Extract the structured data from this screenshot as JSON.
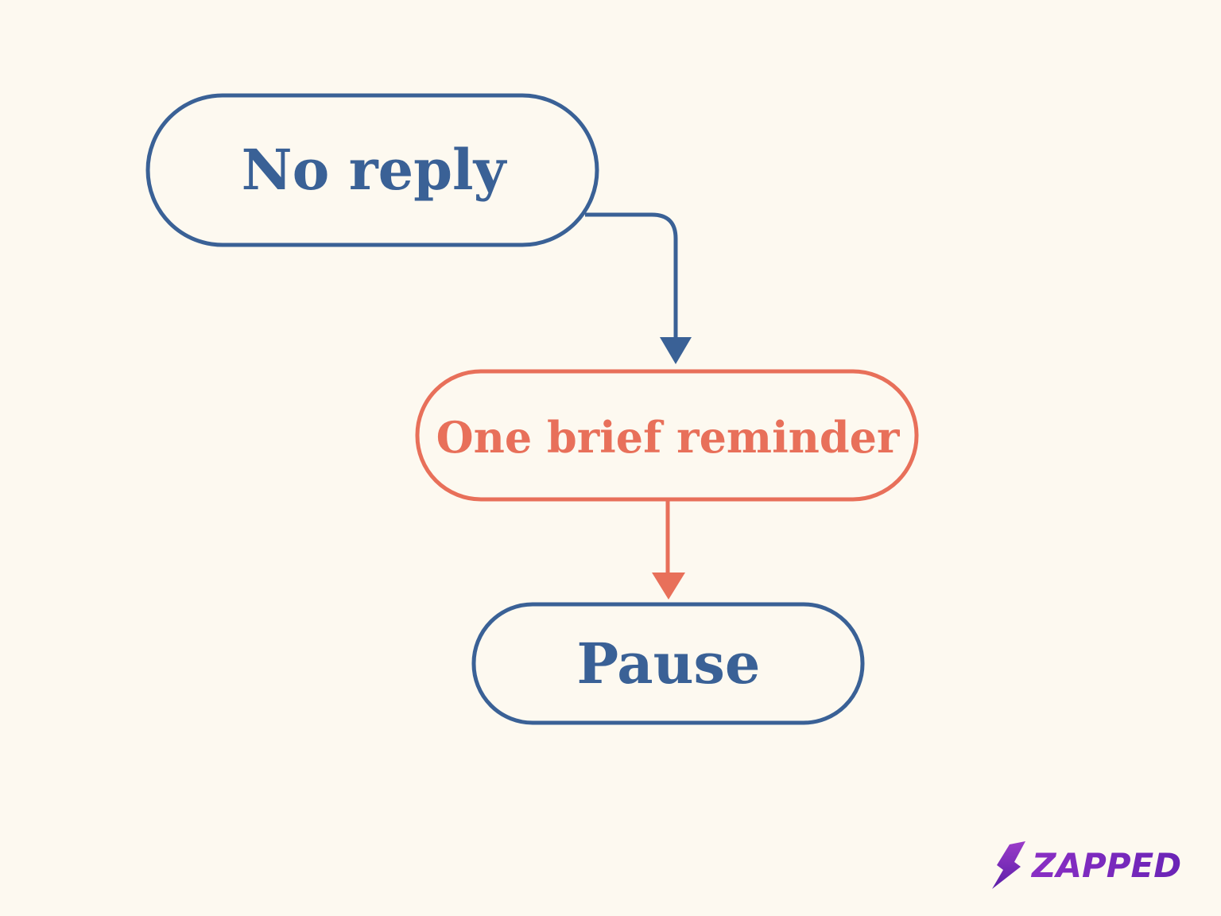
{
  "colors": {
    "background": "#fdf9f0",
    "primary": "#3a6196",
    "accent": "#e8705a",
    "brand": "#7b2cbf"
  },
  "nodes": {
    "start": {
      "label": "No reply"
    },
    "middle": {
      "label": "One brief reminder"
    },
    "end": {
      "label": "Pause"
    }
  },
  "brand": {
    "name": "ZAPPED",
    "icon": "lightning-bolt-icon"
  }
}
